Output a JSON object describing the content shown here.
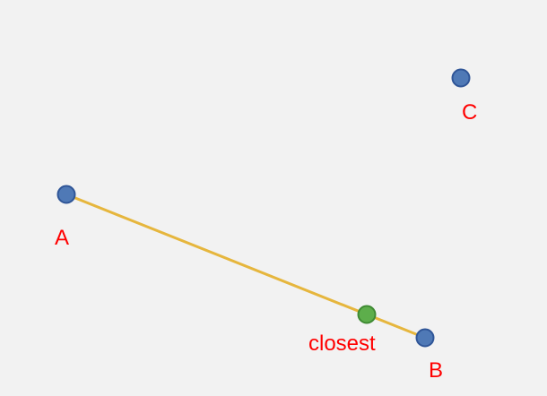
{
  "diagram": {
    "colors": {
      "background": "#f2f2f2",
      "segment": "#e6b63d",
      "point_fill": "#4f79b6",
      "point_stroke": "#2f5597",
      "closest_fill": "#5dae4b",
      "closest_stroke": "#3f8a33",
      "label": "#ff0000"
    },
    "points": {
      "a": {
        "label": "A"
      },
      "b": {
        "label": "B"
      },
      "c": {
        "label": "C"
      },
      "closest": {
        "label": "closest"
      }
    }
  }
}
